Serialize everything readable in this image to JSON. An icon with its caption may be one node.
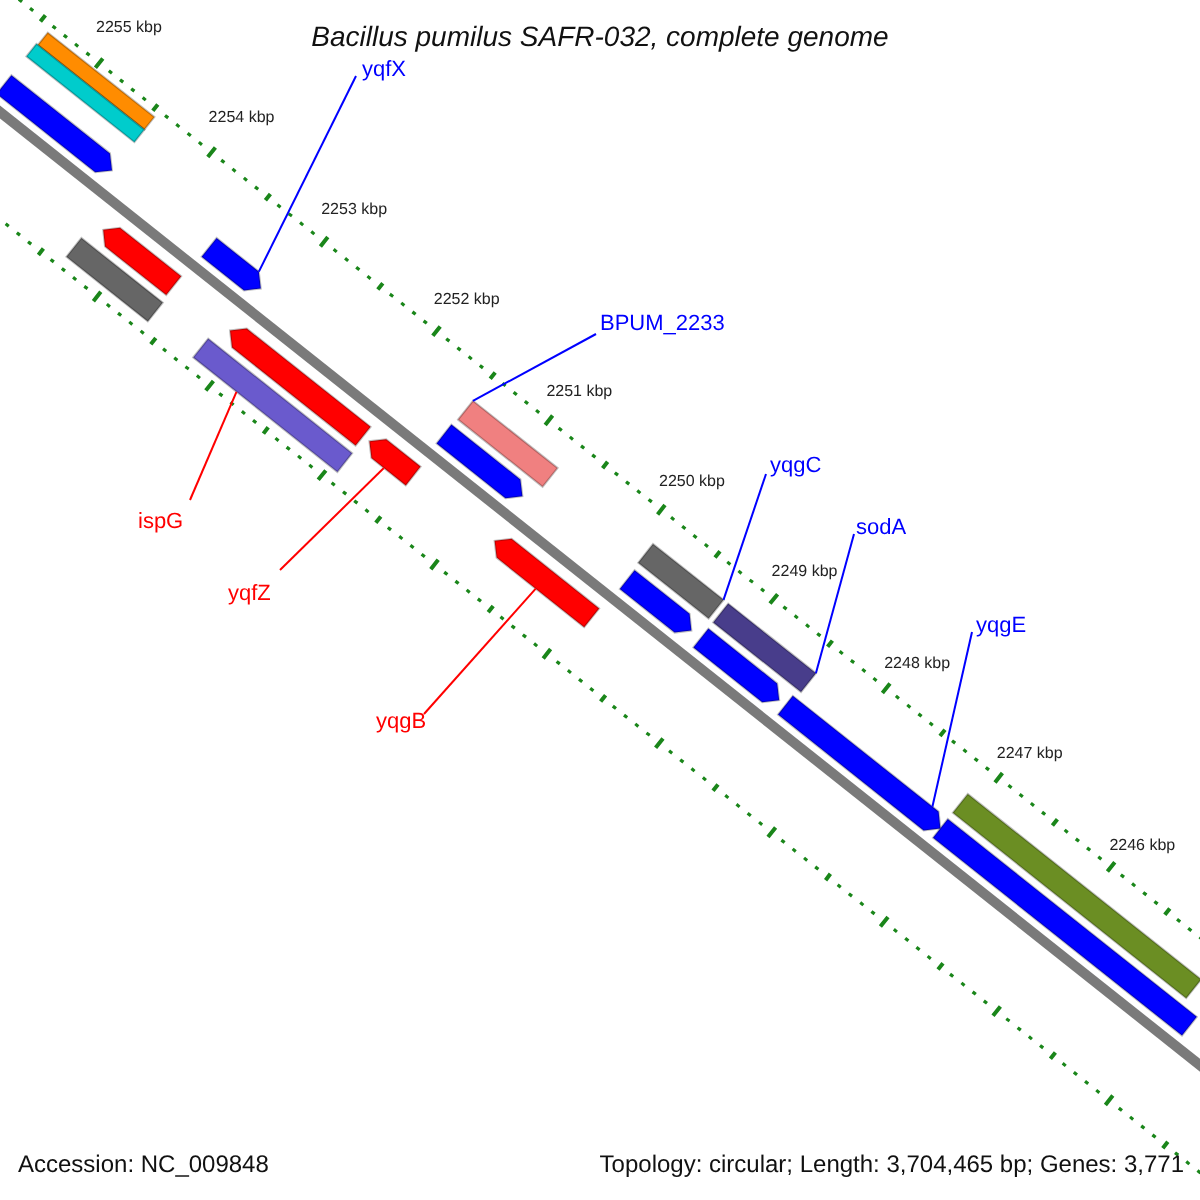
{
  "diagram": {
    "title": "Bacillus pumilus SAFR-032, complete genome",
    "nodes": [
      {
        "text": [
          "yqfX"
        ]
      },
      {
        "text": [
          "BPUM_2233"
        ]
      },
      {
        "text": [
          "yqgC"
        ]
      },
      {
        "text": [
          "ispG"
        ]
      },
      {
        "text": [
          "sodA"
        ]
      },
      {
        "text": [
          "yqfZ"
        ]
      },
      {
        "text": [
          "yqgE"
        ]
      },
      {
        "text": [
          "yqgB"
        ]
      },
      {
        "text": [],
        "shape": "bar"
      },
      {
        "text": [],
        "shape": "bar"
      },
      {
        "text": [],
        "shape": "pentagon"
      },
      {
        "text": [],
        "shape": "bar"
      },
      {
        "text": [],
        "shape": "pentagon"
      },
      {
        "text": [],
        "shape": "pentagon"
      },
      {
        "text": [],
        "shape": "bar"
      },
      {
        "text": [],
        "shape": "pentagon"
      },
      {
        "text": [],
        "shape": "pentagon"
      },
      {
        "text": [],
        "shape": "pentagon"
      },
      {
        "text": [],
        "shape": "bar"
      },
      {
        "text": [],
        "shape": "pentagon"
      },
      {
        "text": [],
        "shape": "bar"
      },
      {
        "text": [],
        "shape": "pentagon"
      },
      {
        "text": [],
        "shape": "bar"
      },
      {
        "text": [],
        "shape": "pentagon"
      },
      {
        "text": [],
        "shape": "pentagon"
      },
      {
        "text": [],
        "shape": "bar"
      },
      {
        "text": [],
        "shape": "bar"
      }
    ],
    "edges": [
      {
        "from": 0,
        "to": 13,
        "arrow": "none"
      },
      {
        "from": 1,
        "to": 18,
        "arrow": "none"
      },
      {
        "from": 2,
        "to": 20,
        "arrow": "none"
      },
      {
        "from": 3,
        "to": 14,
        "arrow": "none",
        "color": "#ff0000"
      },
      {
        "from": 4,
        "to": 22,
        "arrow": "none"
      },
      {
        "from": 5,
        "to": 16,
        "arrow": "none",
        "color": "#ff0000"
      },
      {
        "from": 6,
        "to": 24,
        "arrow": "none"
      },
      {
        "from": 7,
        "to": 19,
        "arrow": "none",
        "color": "#ff0000"
      }
    ],
    "labels": [
      "2255 kbp",
      "2254 kbp",
      "2253 kbp",
      "2252 kbp",
      "2251 kbp",
      "2250 kbp",
      "2249 kbp",
      "2248 kbp",
      "2247 kbp",
      "2246 kbp",
      "Accession: NC_009848",
      "Topology: circular; Length: 3,704,465 bp; Genes: 3,771"
    ]
  }
}
